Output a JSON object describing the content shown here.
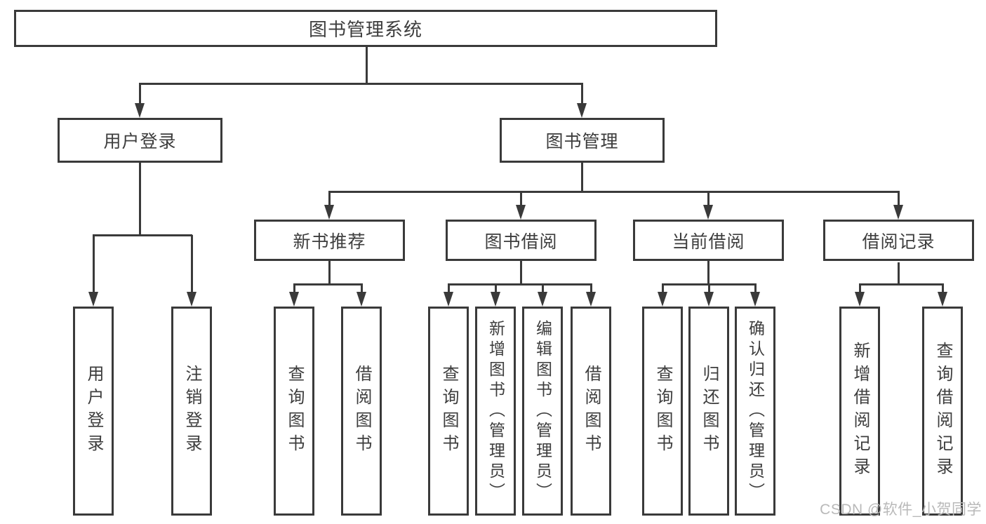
{
  "tree": {
    "root": {
      "label": "图书管理系统"
    },
    "children": [
      {
        "label": "用户登录",
        "children": [
          {
            "label": "用户登录"
          },
          {
            "label": "注销登录"
          }
        ]
      },
      {
        "label": "图书管理",
        "children": [
          {
            "label": "新书推荐",
            "children": [
              {
                "label": "查询图书"
              },
              {
                "label": "借阅图书"
              }
            ]
          },
          {
            "label": "图书借阅",
            "children": [
              {
                "label": "查询图书"
              },
              {
                "label": "新增图书（管理员）"
              },
              {
                "label": "编辑图书（管理员）"
              },
              {
                "label": "借阅图书"
              }
            ]
          },
          {
            "label": "当前借阅",
            "children": [
              {
                "label": "查询图书"
              },
              {
                "label": "归还图书"
              },
              {
                "label": "确认归还（管理员）"
              }
            ]
          },
          {
            "label": "借阅记录",
            "children": [
              {
                "label": "新增借阅记录"
              },
              {
                "label": "查询借阅记录"
              }
            ]
          }
        ]
      }
    ]
  },
  "watermark": {
    "text": "CSDN @软件_小贺同学"
  },
  "colors": {
    "line": "#3a3a3a",
    "text": "#3d3d3d",
    "watermark": "#b9b9b9",
    "background": "#ffffff"
  }
}
